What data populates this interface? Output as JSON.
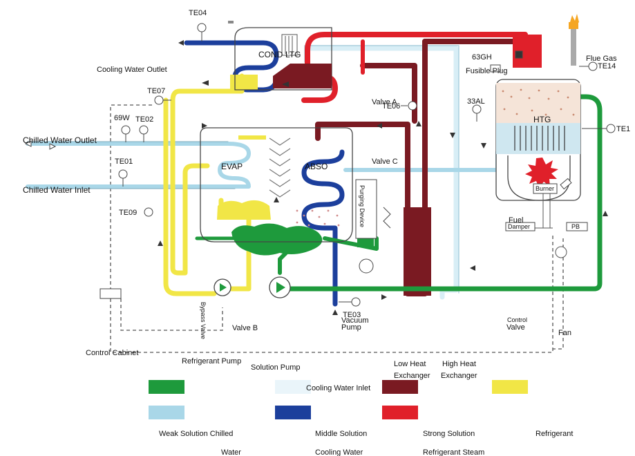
{
  "colors": {
    "weak_solution": "#1e9a3c",
    "chilled_water": "#a9d7e8",
    "middle_solution": "#1c3f9c",
    "cooling_water": "#1c3f9c",
    "strong_solution": "#7a1a22",
    "refrigerant_steam": "#e0202a",
    "refrigerant": "#f1e646",
    "cooling_water_inlet": "#d8eef6",
    "flame": "#f5a623"
  },
  "components": {
    "cond": "COND",
    "ltg": "LTG",
    "evap": "EVAP",
    "abso": "ABSO",
    "htg": "HTG",
    "burner": "Burner",
    "damper": "Damper",
    "pb": "PB",
    "fuel": "Fuel",
    "purging_device": "Purging Device"
  },
  "sensors": {
    "te04": "TE04",
    "te07": "TE07",
    "w69": "69W",
    "te02": "TE02",
    "te01": "TE01",
    "te09": "TE09",
    "te06": "TE06",
    "gh63": "63GH",
    "al33": "33AL",
    "te14": "TE14",
    "te1": "TE1",
    "te03": "TE03"
  },
  "labels": {
    "cooling_water_outlet": "Cooling Water Outlet",
    "chilled_water_outlet": "Chilled Water Outlet",
    "chilled_water_inlet": "Chilled Water Inlet",
    "valve_a": "Valve A",
    "valve_b": "Valve B",
    "valve_c": "Valve C",
    "fusible_plug": "Fusible Plug",
    "flue_gas": "Flue Gas",
    "bypass_valve": "Bypass Valve",
    "vacuum": "Vacuum",
    "pump": "Pump",
    "control": "Control",
    "valve": "Valve",
    "fan": "Fan",
    "control_cabinet": "Control Cabinet",
    "refrigerant_pump": "Refrigerant Pump",
    "solution_pump": "Solution Pump",
    "low_heat": "Low Heat",
    "exchanger_low": "Exchanger",
    "high_heat": "High Heat",
    "exchanger_high": "Exchanger"
  },
  "legend": {
    "cooling_water_inlet": "Cooling Water Inlet",
    "weak_solution_chilled": "Weak Solution Chilled",
    "water": "Water",
    "middle_solution": "Middle Solution",
    "cooling_water": "Cooling Water",
    "strong_solution": "Strong Solution",
    "refrigerant_steam": "Refrigerant Steam",
    "refrigerant": "Refrigerant"
  }
}
